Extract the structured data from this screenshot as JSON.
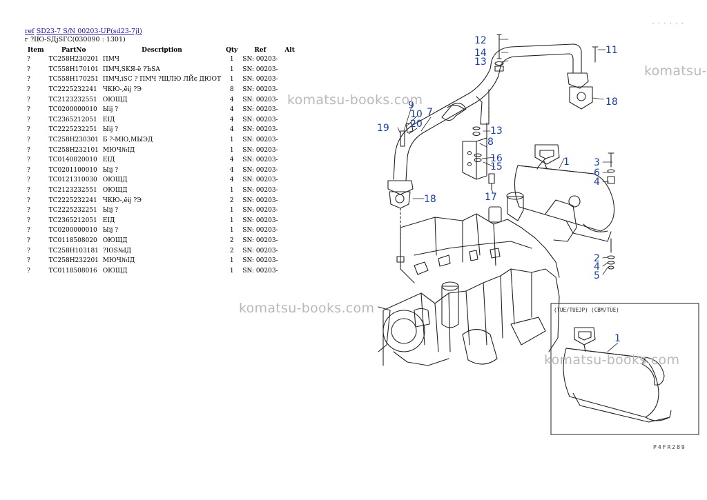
{
  "header": {
    "ref_link": "ref",
    "model_link": "SD23-7 S/N 00203-UP(sd23-7jl)",
    "subtitle": "г ?ІЮ-SДjЅГС(030090 : 1301)"
  },
  "table": {
    "columns": [
      "Item",
      "PartNo",
      "Description",
      "Qty",
      "Ref",
      "Alt"
    ],
    "rows": [
      {
        "item": "?",
        "part": "TC258H230201",
        "desc": "ПМЧ",
        "qty": "1",
        "ref": "SN: 00203-",
        "alt": ""
      },
      {
        "item": "?",
        "part": "TC558H170101",
        "desc": "ПМЧ,SKЯ-ё ?ЪSA",
        "qty": "1",
        "ref": "SN: 00203-",
        "alt": ""
      },
      {
        "item": "?",
        "part": "TC558H170251",
        "desc": "ПМЧ,iЅC ? ПМЧ ?ЩЛЮ ЛЙє ДЮОТ",
        "qty": "1",
        "ref": "SN: 00203-",
        "alt": ""
      },
      {
        "item": "?",
        "part": "TC2225232241",
        "desc": "ЧКЮ-,ёij ?Э",
        "qty": "8",
        "ref": "SN: 00203-",
        "alt": ""
      },
      {
        "item": "?",
        "part": "TC2123232551",
        "desc": "ОЮЩД",
        "qty": "4",
        "ref": "SN: 00203-",
        "alt": ""
      },
      {
        "item": "?",
        "part": "TC0200000010",
        "desc": "Ыij ?",
        "qty": "4",
        "ref": "SN: 00203-",
        "alt": ""
      },
      {
        "item": "?",
        "part": "TC2365212051",
        "desc": "ЕІД",
        "qty": "4",
        "ref": "SN: 00203-",
        "alt": ""
      },
      {
        "item": "?",
        "part": "TC2225232251",
        "desc": "Ыij ?",
        "qty": "4",
        "ref": "SN: 00203-",
        "alt": ""
      },
      {
        "item": "?",
        "part": "TC258H230301",
        "desc": "Б ?-МЮ,МЫЭД",
        "qty": "1",
        "ref": "SN: 00203-",
        "alt": ""
      },
      {
        "item": "?",
        "part": "TC258H232101",
        "desc": "МЮЧ№ІД",
        "qty": "1",
        "ref": "SN: 00203-",
        "alt": ""
      },
      {
        "item": "?",
        "part": "TC0140020010",
        "desc": "ЕІД",
        "qty": "4",
        "ref": "SN: 00203-",
        "alt": ""
      },
      {
        "item": "?",
        "part": "TC0201100010",
        "desc": "Ыij ?",
        "qty": "4",
        "ref": "SN: 00203-",
        "alt": ""
      },
      {
        "item": "?",
        "part": "TC0121310030",
        "desc": "ОЮЩД",
        "qty": "4",
        "ref": "SN: 00203-",
        "alt": ""
      },
      {
        "item": "?",
        "part": "TC2123232551",
        "desc": "ОЮЩД",
        "qty": "1",
        "ref": "SN: 00203-",
        "alt": ""
      },
      {
        "item": "?",
        "part": "TC2225232241",
        "desc": "ЧКЮ-,ёij ?Э",
        "qty": "2",
        "ref": "SN: 00203-",
        "alt": ""
      },
      {
        "item": "?",
        "part": "TC2225232251",
        "desc": "Ыij ?",
        "qty": "1",
        "ref": "SN: 00203-",
        "alt": ""
      },
      {
        "item": "?",
        "part": "TC2365212051",
        "desc": "ЕІД",
        "qty": "1",
        "ref": "SN: 00203-",
        "alt": ""
      },
      {
        "item": "?",
        "part": "TC0200000010",
        "desc": "Ыij ?",
        "qty": "1",
        "ref": "SN: 00203-",
        "alt": ""
      },
      {
        "item": "?",
        "part": "TC0118508020",
        "desc": "ОЮЩД",
        "qty": "2",
        "ref": "SN: 00203-",
        "alt": ""
      },
      {
        "item": "?",
        "part": "TC258H103181",
        "desc": "?ІOS№ІД",
        "qty": "2",
        "ref": "SN: 00203-",
        "alt": ""
      },
      {
        "item": "?",
        "part": "TC258H232201",
        "desc": "МЮЧ№ІД",
        "qty": "1",
        "ref": "SN: 00203-",
        "alt": ""
      },
      {
        "item": "?",
        "part": "TC0118508016",
        "desc": "ОЮЩД",
        "qty": "1",
        "ref": "SN: 00203-",
        "alt": ""
      }
    ]
  },
  "watermark": "komatsu-books.com",
  "diagram": {
    "callouts": [
      "1",
      "2",
      "3",
      "4",
      "5",
      "6",
      "7",
      "8",
      "9",
      "10",
      "11",
      "12",
      "13",
      "14",
      "15",
      "16",
      "17",
      "18",
      "19",
      "20"
    ],
    "callout_color": "#1b3fa0",
    "inset_label": "(TUE/TUEJP) (CBM/TUE)",
    "inset_callout": "1",
    "figure_code": "P4FR289",
    "corner_mark": "· · · · · ·"
  }
}
